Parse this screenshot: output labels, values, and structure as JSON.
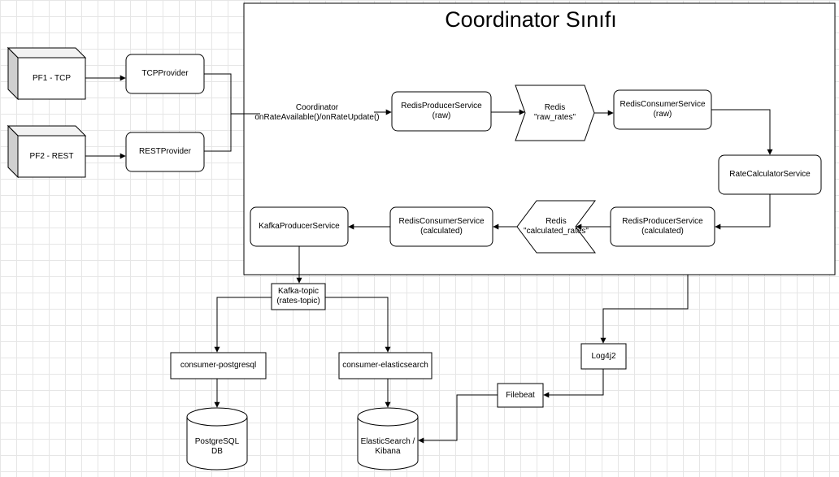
{
  "diagram": {
    "title": "Coordinator Sınıfı",
    "nodes": {
      "pf1": "PF1 - TCP",
      "pf2": "PF2 - REST",
      "tcp_provider": "TCPProvider",
      "rest_provider": "RESTProvider",
      "coordinator": "Coordinator\nonRateAvailable()/onRateUpdate()",
      "redis_producer_raw": "RedisProducerService\n(raw)",
      "redis_raw": "Redis\n\"raw_rates\"",
      "redis_consumer_raw": "RedisConsumerService\n(raw)",
      "rate_calculator": "RateCalculatorService",
      "redis_producer_calc": "RedisProducerService\n(calculated)",
      "redis_calc": "Redis\n\"calculated_rates\"",
      "redis_consumer_calc": "RedisConsumerService\n(calculated)",
      "kafka_producer": "KafkaProducerService",
      "kafka_topic": "Kafka-topic\n(rates-topic)",
      "consumer_postgres": "consumer-postgresql",
      "consumer_elastic": "consumer-elasticsearch",
      "postgres_db": "PostgreSQL\nDB",
      "elastic_kibana": "ElasticSearch /\nKibana",
      "log4j2": "Log4j2",
      "filebeat": "Filebeat"
    }
  }
}
